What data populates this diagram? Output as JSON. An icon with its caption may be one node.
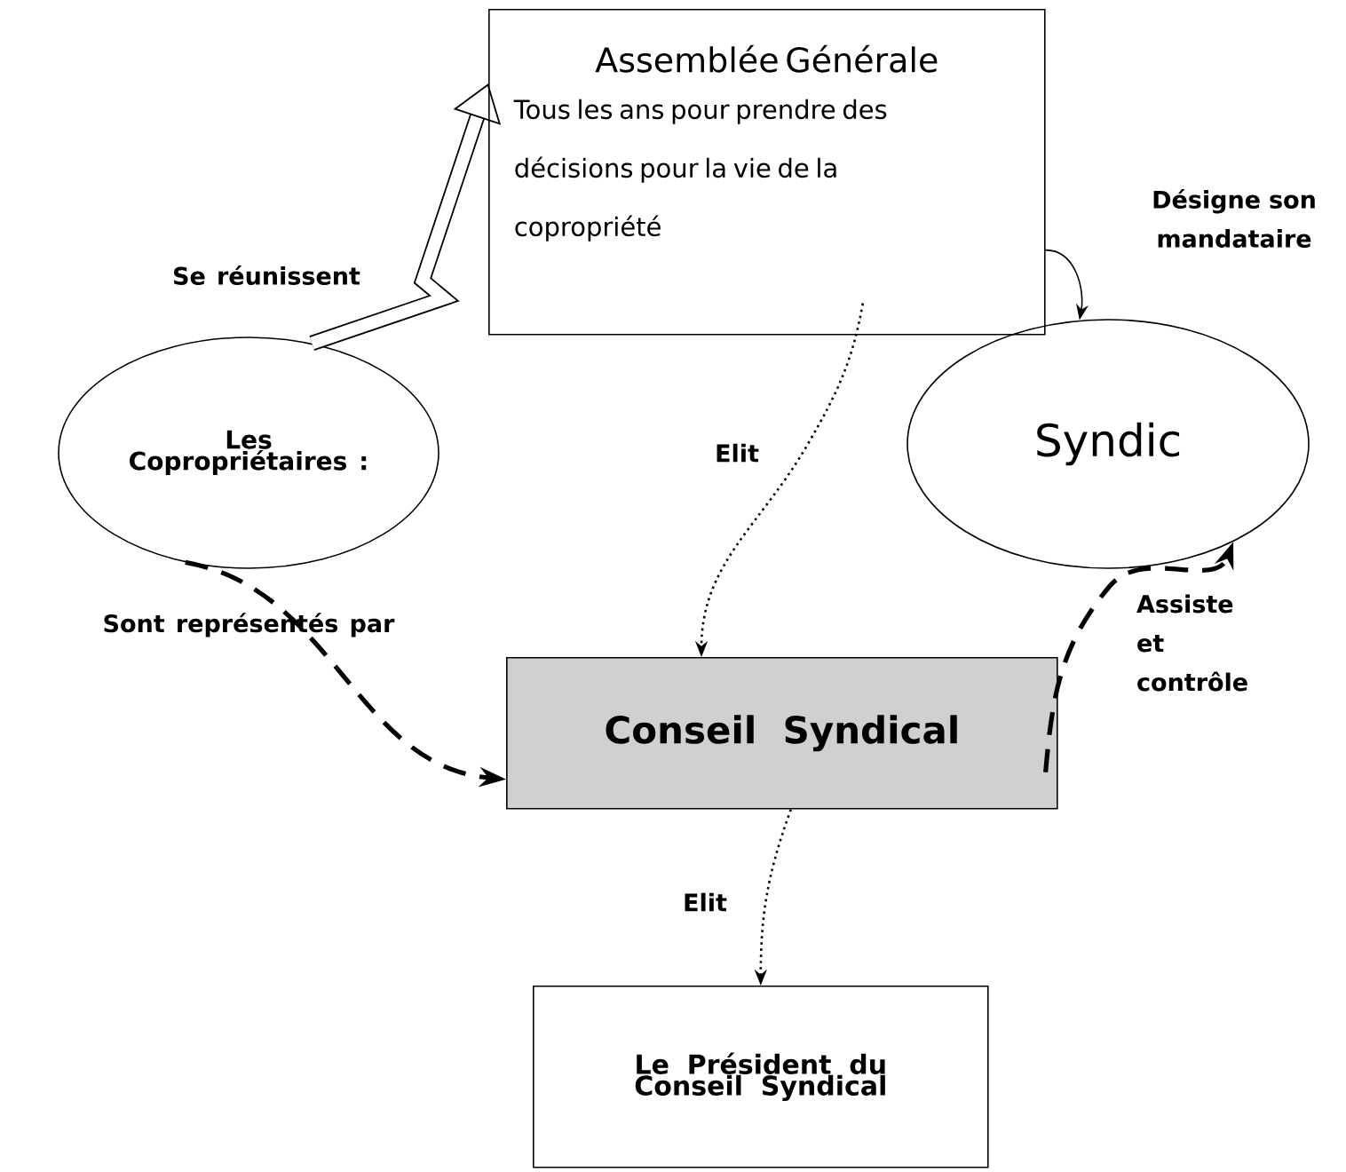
{
  "diagram": {
    "nodes": [
      {
        "text": [
          "Assemblée Générale",
          "Tous les ans pour prendre des décisions pour la vie de la copropriété"
        ]
      },
      {
        "text": [
          "Les Copropriétaires :"
        ]
      },
      {
        "text": [
          "Syndic"
        ]
      },
      {
        "text": [
          "Conseil Syndical"
        ]
      },
      {
        "text": [
          "Le Président du Conseil Syndical"
        ]
      }
    ],
    "edges": [
      {
        "from": 1,
        "to": 0,
        "arrow": "to",
        "label": "Se réunissent",
        "style": "thick"
      },
      {
        "from": 0,
        "to": 2,
        "arrow": "to",
        "label": "Désigne son mandataire"
      },
      {
        "from": 0,
        "to": 3,
        "arrow": "to",
        "label": "Elit",
        "style": "dashed"
      },
      {
        "from": 1,
        "to": 3,
        "arrow": "to",
        "label": "Sont représentés par",
        "style": "dashed"
      },
      {
        "from": 3,
        "to": 2,
        "arrow": "to",
        "label": "Assiste et contrôle",
        "style": "dashed"
      },
      {
        "from": 3,
        "to": 4,
        "arrow": "to",
        "label": "Elit",
        "style": "dashed"
      }
    ]
  }
}
